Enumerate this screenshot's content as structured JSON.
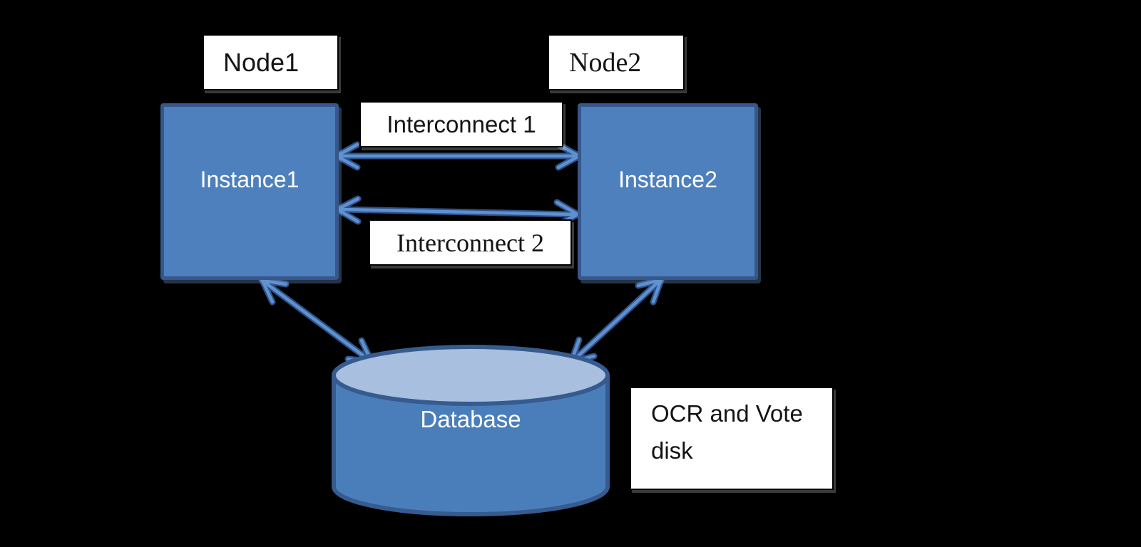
{
  "diagram": {
    "nodes": [
      {
        "id": "node1",
        "label": "Node1"
      },
      {
        "id": "node2",
        "label": "Node2"
      }
    ],
    "instances": [
      {
        "id": "instance1",
        "label": "Instance1"
      },
      {
        "id": "instance2",
        "label": "Instance2"
      }
    ],
    "interconnects": [
      {
        "id": "interconnect1",
        "label": "Interconnect 1"
      },
      {
        "id": "interconnect2",
        "label": "Interconnect 2"
      }
    ],
    "database": {
      "label": "Database"
    },
    "storage_note": {
      "label": "OCR and Vote disk"
    },
    "connections": [
      {
        "from": "instance1",
        "to": "instance2",
        "via": "interconnect1",
        "bidirectional": true
      },
      {
        "from": "instance1",
        "to": "instance2",
        "via": "interconnect2",
        "bidirectional": true
      },
      {
        "from": "instance1",
        "to": "database",
        "bidirectional": true
      },
      {
        "from": "instance2",
        "to": "database",
        "bidirectional": true
      }
    ],
    "colors": {
      "background": "#000000",
      "instance_fill": "#4D80BD",
      "instance_border": "#36578C",
      "cylinder_body": "#4A7EBB",
      "cylinder_top": "#A8BFDF",
      "cylinder_border": "#365B8E",
      "arrow_inner": "#5E91D2",
      "arrow_outline": "#2F5186",
      "label_background": "#FFFFFF",
      "label_border": "#000000",
      "text_on_blue": "#FFFFFF",
      "text_on_white": "#141414"
    }
  }
}
